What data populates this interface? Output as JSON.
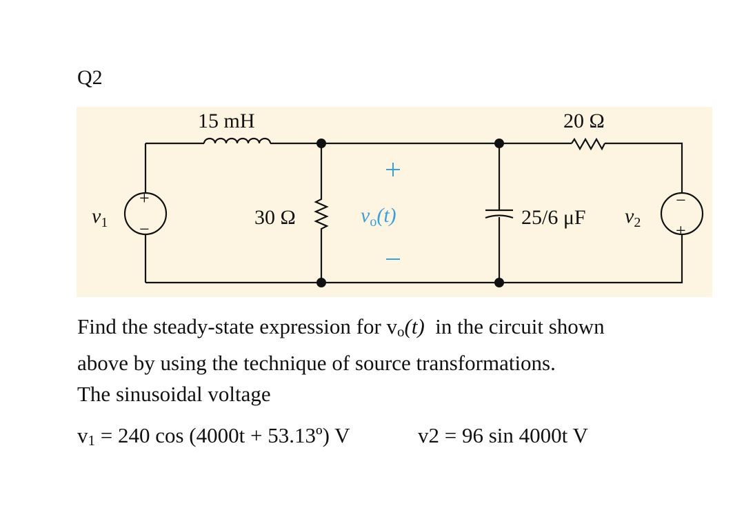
{
  "question": {
    "label": "Q2"
  },
  "circuit": {
    "inductor": "15 mH",
    "resistor_top": "20 Ω",
    "resistor_mid": "30 Ω",
    "capacitor": "25/6 μF",
    "source_left": {
      "var": "v",
      "sub": "1",
      "plus": "+",
      "minus": "−"
    },
    "source_right": {
      "var": "v",
      "sub": "2",
      "plus": "+",
      "minus": "−"
    },
    "output": {
      "var": "v",
      "sub": "o",
      "arg": "(t)",
      "plus": "+",
      "minus": "−"
    },
    "colors": {
      "background": "#fdf5e2",
      "wire": "#111111",
      "output_label": "#3aa0dc"
    }
  },
  "problem": {
    "line1_pre": "Find the steady-state expression for v",
    "line1_sub": "o",
    "line1_arg": "(t)",
    "line1_post": "  in the circuit shown",
    "line2": "above by using the technique of source transformations.",
    "subheading": "The sinusoidal voltage",
    "eq1_var": "v",
    "eq1_sub": "1",
    "eq1_rest": " = 240 cos (4000t + 53.13º) V",
    "eq2": "v2 = 96 sin 4000t V"
  }
}
